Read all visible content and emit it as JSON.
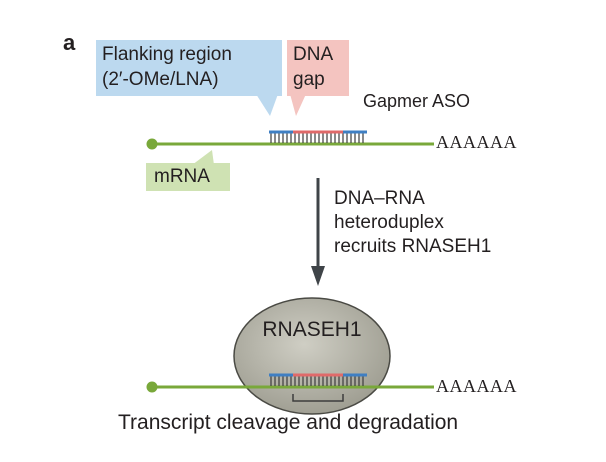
{
  "panel_label": "a",
  "flanking_label": {
    "line1": "Flanking region",
    "line2": "(2′-OMe/LNA)"
  },
  "dna_gap_label": {
    "line1": "DNA",
    "line2": "gap"
  },
  "gapmer_label": "Gapmer ASO",
  "polya_tail": "AAAAAA",
  "mrna_label": "mRNA",
  "step_label": {
    "line1": "DNA–RNA",
    "line2": "heteroduplex",
    "line3": "recruits RNASEH1"
  },
  "enzyme_label": "RNASEH1",
  "caption": "Transcript cleavage and degradation",
  "colors": {
    "mrna_green": "#79a83a",
    "flank_blue": "#3f7fc3",
    "gap_red": "#e06a6a",
    "flank_box": "#bcd9ef",
    "gap_box": "#f4c4c0",
    "mrna_box": "#cfe2b3",
    "arrow": "#3f4448",
    "enzyme_fill": "#b3b2a6"
  }
}
